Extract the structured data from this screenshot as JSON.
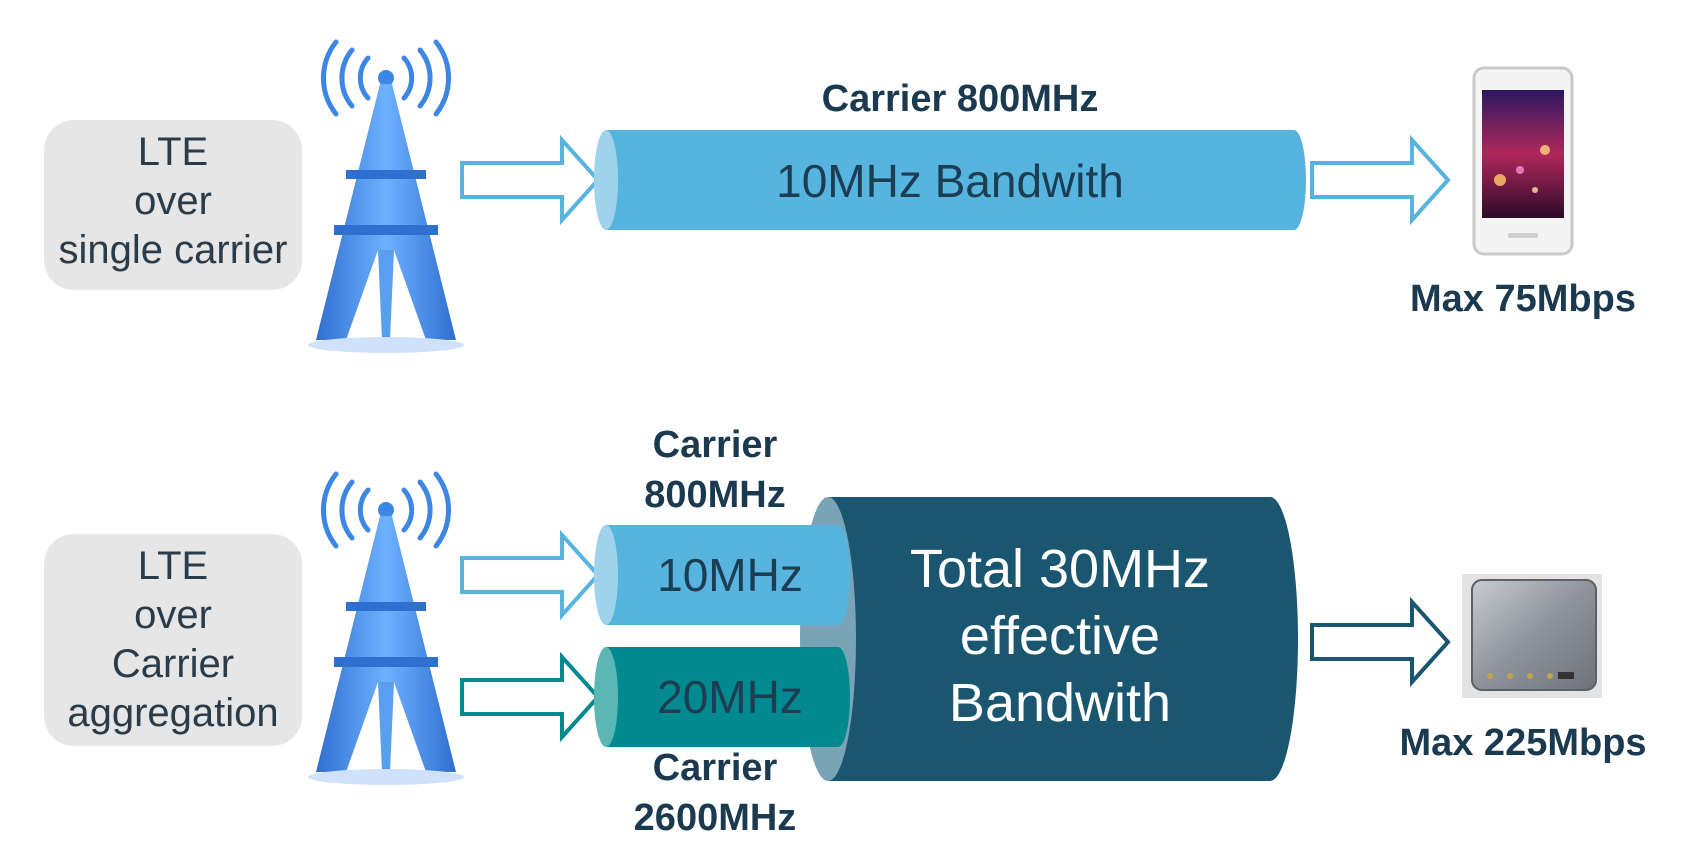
{
  "scenarios": {
    "single": {
      "box_lines": [
        "LTE",
        "over",
        "single carrier"
      ],
      "carrier_label": "Carrier 800MHz",
      "pipe_label": "10MHz Bandwith",
      "device": "phone-image",
      "max_speed": "Max 75Mbps"
    },
    "aggregation": {
      "box_lines": [
        "LTE",
        "over",
        "Carrier",
        "aggregation"
      ],
      "carrier_top": [
        "Carrier",
        "800MHz"
      ],
      "pipe_top_label": "10MHz",
      "pipe_bottom_label": "20MHz",
      "carrier_bottom": [
        "Carrier",
        "2600MHz"
      ],
      "total_lines": [
        "Total 30MHz",
        "effective",
        "Bandwith"
      ],
      "device": "router-image",
      "max_speed": "Max 225Mbps"
    }
  },
  "colors": {
    "light_blue": "#56b4df",
    "teal": "#008a8f",
    "dark_teal": "#1b5670",
    "box_bg": "#e6e6e6",
    "tower_blue": "#3d86e6"
  }
}
